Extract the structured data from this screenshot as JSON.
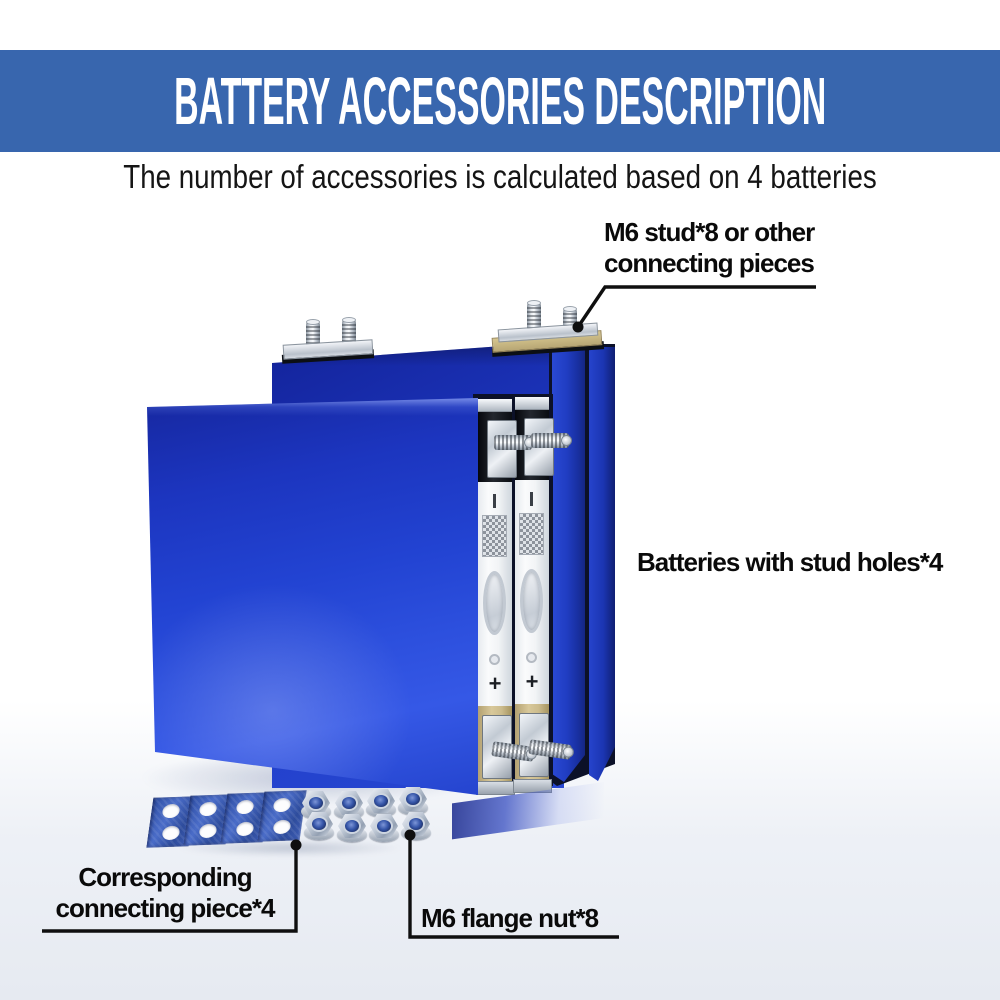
{
  "banner": {
    "title": "BATTERY ACCESSORIES DESCRIPTION",
    "bg_color": "#3866ae",
    "text_color": "#ffffff"
  },
  "subtitle": "The number of accessories is calculated based on 4 batteries",
  "labels": {
    "stud_line1": "M6 stud*8 or other",
    "stud_line2": "connecting pieces",
    "batteries": "Batteries with stud holes*4",
    "busbar_line1": "Corresponding",
    "busbar_line2": "connecting piece*4",
    "nut": "M6 flange nut*8"
  },
  "illustration": {
    "plus_mark": "+",
    "battery_blue": "#1d3cc8",
    "busbar_blue": "#3b5cb8",
    "metal_silver": "#d8dee6",
    "terminal_gold": "#c9b97f",
    "callout_color": "#0f0f0f"
  }
}
